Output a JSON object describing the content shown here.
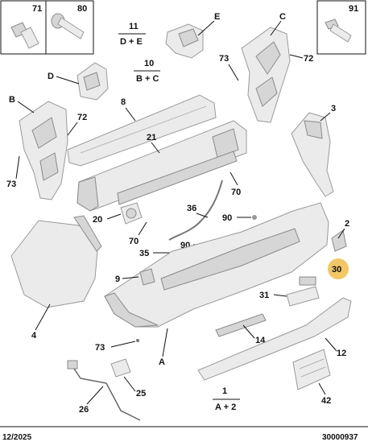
{
  "header_boxes": {
    "b71": "71",
    "b80": "80",
    "b91": "91"
  },
  "groups": {
    "g11": {
      "num": "11",
      "parts": "D + E"
    },
    "g10": {
      "num": "10",
      "parts": "B + C"
    },
    "g1": {
      "num": "1",
      "parts": "A + 2"
    }
  },
  "labels": {
    "E": "E",
    "C": "C",
    "D": "D",
    "B": "B",
    "A": "A",
    "n73a": "73",
    "n72a": "72",
    "n8": "8",
    "n3": "3",
    "n72b": "72",
    "n21": "21",
    "n73b": "73",
    "n70a": "70",
    "n20": "20",
    "n36": "36",
    "n90a": "90",
    "n2": "2",
    "n70b": "70",
    "n90b": "90",
    "n35": "35",
    "n30": "30",
    "n9": "9",
    "n31": "31",
    "n4": "4",
    "n14": "14",
    "n73c": "73",
    "n12": "12",
    "n25": "25",
    "n42": "42",
    "n26": "26"
  },
  "highlight": {
    "label": "30",
    "color": "#f2c766"
  },
  "footer": {
    "date": "12/2025",
    "ref": "30000937"
  }
}
